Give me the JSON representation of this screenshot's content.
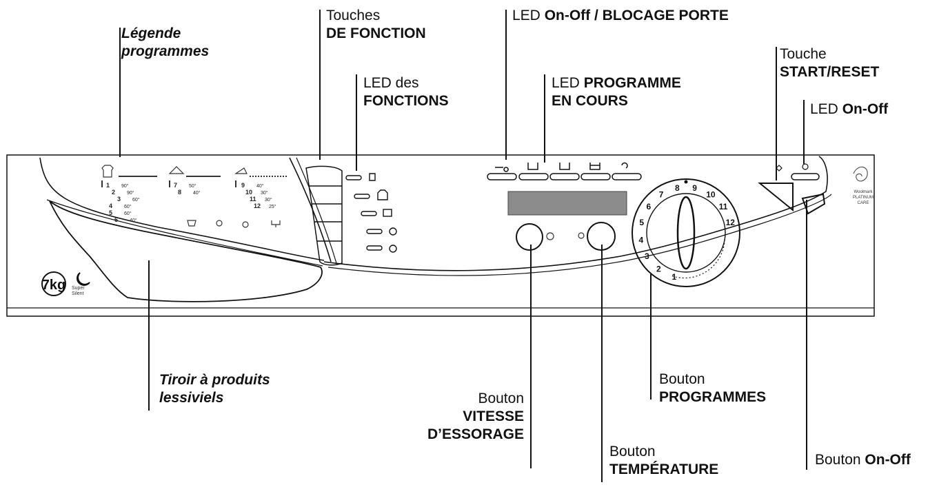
{
  "labels": {
    "legend": {
      "line1": "Légende",
      "line2": "programmes"
    },
    "function_keys": {
      "pre": "Touches",
      "bold": "DE FONCTION"
    },
    "function_leds": {
      "pre": "LED des",
      "bold": "FONCTIONS"
    },
    "door_led": {
      "pre": "LED ",
      "bold": "On-Off / BLOCAGE PORTE"
    },
    "program_led": {
      "pre": "LED ",
      "bold1": "PROGRAMME",
      "bold2": "EN COURS"
    },
    "start_key": {
      "pre": "Touche",
      "bold": "START/RESET"
    },
    "onoff_led": {
      "pre": "LED ",
      "bold": "On-Off"
    },
    "drawer": {
      "line1": "Tiroir à produits",
      "line2": "lessiviels"
    },
    "spin_knob": {
      "pre": "Bouton",
      "bold1": "VITESSE",
      "bold2": "D’ESSORAGE"
    },
    "programs_knob": {
      "pre": "Bouton",
      "bold": "PROGRAMMES"
    },
    "temp_knob": {
      "pre": "Bouton",
      "bold": "TEMPÉRATURE"
    },
    "onoff_button": {
      "pre": "Bouton ",
      "bold": "On-Off"
    }
  },
  "panel": {
    "capacity": "7kg",
    "super_silent": "Super\nSilent",
    "woolmark": [
      "Woolmark",
      "PLATINUM",
      "CARE"
    ],
    "dial_numbers": [
      "1",
      "2",
      "3",
      "4",
      "5",
      "6",
      "7",
      "8",
      "9",
      "10",
      "11",
      "12"
    ],
    "legend_rows": [
      {
        "num": "1",
        "temp": "90°"
      },
      {
        "num": "2",
        "temp": "90°"
      },
      {
        "num": "3",
        "temp": "60°"
      },
      {
        "num": "4",
        "temp": "60°"
      },
      {
        "num": "5",
        "temp": "60°"
      },
      {
        "num": "6",
        "temp": "40°"
      },
      {
        "num": "7",
        "temp": "50°"
      },
      {
        "num": "8",
        "temp": "40°"
      },
      {
        "num": "9",
        "temp": "40°"
      },
      {
        "num": "10",
        "temp": "30°"
      },
      {
        "num": "11",
        "temp": "30°"
      },
      {
        "num": "12",
        "temp": "25°"
      }
    ]
  }
}
